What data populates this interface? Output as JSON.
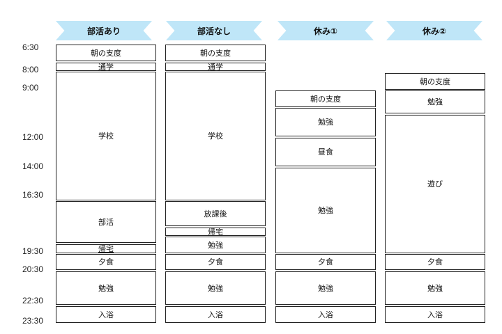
{
  "columns": [
    {
      "header": "部活あり",
      "blocks": [
        {
          "label": "朝の支度"
        },
        {
          "label": "通学"
        },
        {
          "label": "学校"
        },
        {
          "label": "部活"
        },
        {
          "label": "帰宅"
        },
        {
          "label": "夕食"
        },
        {
          "label": "勉強"
        },
        {
          "label": "入浴"
        }
      ]
    },
    {
      "header": "部活なし",
      "blocks": [
        {
          "label": "朝の支度"
        },
        {
          "label": "通学"
        },
        {
          "label": "学校"
        },
        {
          "label": "放課後"
        },
        {
          "label": "帰宅"
        },
        {
          "label": "勉強"
        },
        {
          "label": "夕食"
        },
        {
          "label": "勉強"
        },
        {
          "label": "入浴"
        }
      ]
    },
    {
      "header": "休み①",
      "blocks": [
        {
          "label": "朝の支度"
        },
        {
          "label": "勉強"
        },
        {
          "label": "昼食"
        },
        {
          "label": "勉強"
        },
        {
          "label": "夕食"
        },
        {
          "label": "勉強"
        },
        {
          "label": "入浴"
        }
      ]
    },
    {
      "header": "休み②",
      "blocks": [
        {
          "label": "朝の支度"
        },
        {
          "label": "勉強"
        },
        {
          "label": "遊び"
        },
        {
          "label": "夕食"
        },
        {
          "label": "勉強"
        },
        {
          "label": "入浴"
        }
      ]
    }
  ],
  "times": [
    "6:30",
    "8:00",
    "9:00",
    "12:00",
    "14:00",
    "16:30",
    "19:30",
    "20:30",
    "22:30",
    "23:30"
  ]
}
